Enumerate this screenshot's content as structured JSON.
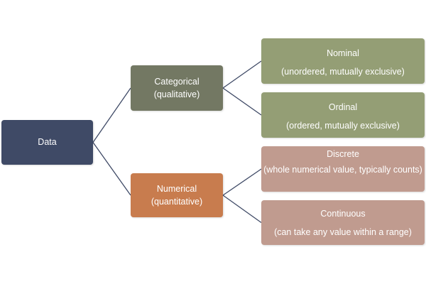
{
  "colors": {
    "root": "#3f4a66",
    "categorical": "#737863",
    "numerical": "#c87c4e",
    "categorical_leaf": "#949e75",
    "numerical_leaf": "#c09b8f",
    "connector": "#3f4a66"
  },
  "nodes": {
    "data": {
      "label": "Data"
    },
    "categorical": {
      "label": "Categorical",
      "sub": "(qualitative)"
    },
    "numerical": {
      "label": "Numerical",
      "sub": "(quantitative)"
    },
    "nominal": {
      "label": "Nominal",
      "sub": "(unordered, mutually exclusive)"
    },
    "ordinal": {
      "label": "Ordinal",
      "sub": "(ordered, mutually exclusive)"
    },
    "discrete": {
      "label": "Discrete",
      "sub": "(whole numerical value, typically counts)"
    },
    "continuous": {
      "label": "Continuous",
      "sub": "(can take any value within a range)"
    }
  },
  "edges": [
    {
      "from": "data",
      "to": "categorical"
    },
    {
      "from": "data",
      "to": "numerical"
    },
    {
      "from": "categorical",
      "to": "nominal"
    },
    {
      "from": "categorical",
      "to": "ordinal"
    },
    {
      "from": "numerical",
      "to": "discrete"
    },
    {
      "from": "numerical",
      "to": "continuous"
    }
  ]
}
